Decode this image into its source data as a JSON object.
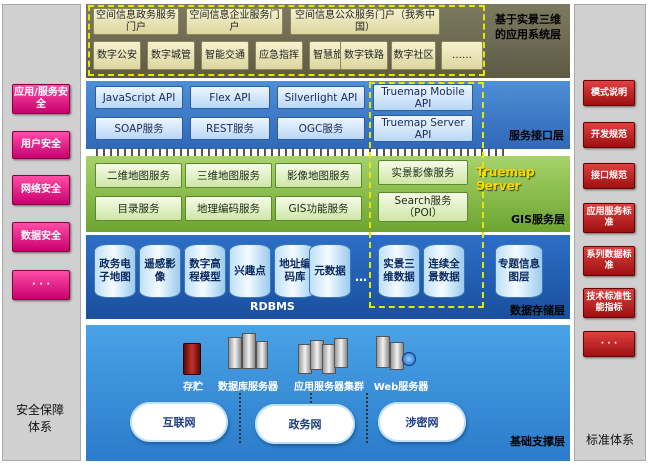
{
  "left": {
    "items": [
      "应用/服务安全",
      "用户安全",
      "网络安全",
      "数据安全",
      "· · ·"
    ],
    "title": "安全保障体系"
  },
  "right": {
    "items": [
      "模式说明",
      "开发规范",
      "接口规范",
      "应用服务标准",
      "系列数据标准",
      "技术标准性能指标",
      "· · ·"
    ],
    "title": "标准体系"
  },
  "app_layer": {
    "title": "基于实景三维的应用系统层",
    "portals": [
      "空间信息政务服务门户",
      "空间信息企业服务门户",
      "空间信息公众服务门户（我秀中国）"
    ],
    "apps": [
      "数字公安",
      "数字城管",
      "智能交通",
      "应急指挥",
      "智慧旅游",
      "数字铁路",
      "数字社区",
      "……"
    ]
  },
  "interface_layer": {
    "title": "服务接口层",
    "row1": [
      "JavaScript API",
      "Flex API",
      "Silverlight API",
      "Truemap Mobile API"
    ],
    "row2": [
      "SOAP服务",
      "REST服务",
      "OGC服务",
      "Truemap Server API"
    ]
  },
  "gis_layer": {
    "title": "GIS服务层",
    "brand": "Truemap Server",
    "row1": [
      "二维地图服务",
      "三维地图服务",
      "影像地图服务",
      "实景影像服务"
    ],
    "row2": [
      "目录服务",
      "地理编码服务",
      "GIS功能服务",
      "Search服务（POI）"
    ]
  },
  "storage_layer": {
    "title": "数据存储层",
    "rdbms": "RDBMS",
    "ellipsis": "…",
    "dbs": [
      "政务电子地图",
      "遥感影像",
      "数字高程模型",
      "兴趣点",
      "地址编码库",
      "元数据",
      "实景三维数据",
      "连续全景数据",
      "专题信息图层"
    ]
  },
  "base_layer": {
    "title": "基础支撑层",
    "servers": [
      "存贮",
      "数据库服务器",
      "应用服务器集群",
      "Web服务器"
    ],
    "networks": [
      "互联网",
      "政务网",
      "涉密网"
    ]
  }
}
